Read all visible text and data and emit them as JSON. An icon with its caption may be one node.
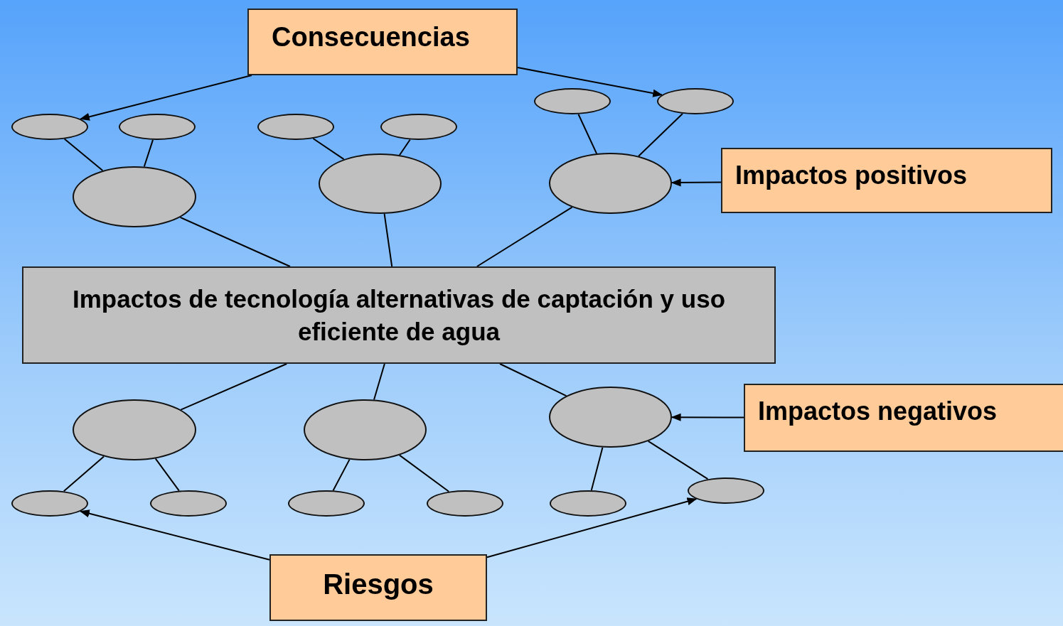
{
  "diagram": {
    "nodes": [
      {
        "text": [
          "Consecuencias"
        ]
      },
      {
        "text": [],
        "shape": "ellipse"
      },
      {
        "text": [],
        "shape": "ellipse"
      },
      {
        "text": [],
        "shape": "ellipse"
      },
      {
        "text": [],
        "shape": "ellipse"
      },
      {
        "text": [],
        "shape": "ellipse"
      },
      {
        "text": [],
        "shape": "ellipse"
      },
      {
        "text": [],
        "shape": "ellipse"
      },
      {
        "text": [],
        "shape": "ellipse"
      },
      {
        "text": [],
        "shape": "ellipse"
      },
      {
        "text": [
          "Impactos positivos"
        ]
      },
      {
        "text": [
          "Impactos de tecnología alternativas de captación y uso eficiente de agua"
        ]
      },
      {
        "text": [],
        "shape": "ellipse"
      },
      {
        "text": [],
        "shape": "ellipse"
      },
      {
        "text": [],
        "shape": "ellipse"
      },
      {
        "text": [
          "Impactos negativos"
        ]
      },
      {
        "text": [],
        "shape": "ellipse"
      },
      {
        "text": [],
        "shape": "ellipse"
      },
      {
        "text": [],
        "shape": "ellipse"
      },
      {
        "text": [],
        "shape": "ellipse"
      },
      {
        "text": [],
        "shape": "ellipse"
      },
      {
        "text": [],
        "shape": "ellipse"
      },
      {
        "text": [
          "Riesgos"
        ]
      }
    ],
    "edges": [
      {
        "from": 0,
        "to": 1,
        "arrow": "to"
      },
      {
        "from": 0,
        "to": 6,
        "arrow": "to"
      },
      {
        "from": 1,
        "to": 7,
        "arrow": "none"
      },
      {
        "from": 2,
        "to": 7,
        "arrow": "none"
      },
      {
        "from": 3,
        "to": 8,
        "arrow": "none"
      },
      {
        "from": 4,
        "to": 8,
        "arrow": "none"
      },
      {
        "from": 5,
        "to": 9,
        "arrow": "none"
      },
      {
        "from": 6,
        "to": 9,
        "arrow": "none"
      },
      {
        "from": 10,
        "to": 9,
        "arrow": "to"
      },
      {
        "from": 7,
        "to": 11,
        "arrow": "none"
      },
      {
        "from": 8,
        "to": 11,
        "arrow": "none"
      },
      {
        "from": 9,
        "to": 11,
        "arrow": "none"
      },
      {
        "from": 11,
        "to": 12,
        "arrow": "none"
      },
      {
        "from": 11,
        "to": 13,
        "arrow": "none"
      },
      {
        "from": 11,
        "to": 14,
        "arrow": "none"
      },
      {
        "from": 15,
        "to": 14,
        "arrow": "to"
      },
      {
        "from": 12,
        "to": 16,
        "arrow": "none"
      },
      {
        "from": 12,
        "to": 17,
        "arrow": "none"
      },
      {
        "from": 13,
        "to": 18,
        "arrow": "none"
      },
      {
        "from": 13,
        "to": 19,
        "arrow": "none"
      },
      {
        "from": 14,
        "to": 20,
        "arrow": "none"
      },
      {
        "from": 14,
        "to": 21,
        "arrow": "none"
      },
      {
        "from": 22,
        "to": 16,
        "arrow": "to"
      },
      {
        "from": 22,
        "to": 21,
        "arrow": "to"
      }
    ]
  }
}
